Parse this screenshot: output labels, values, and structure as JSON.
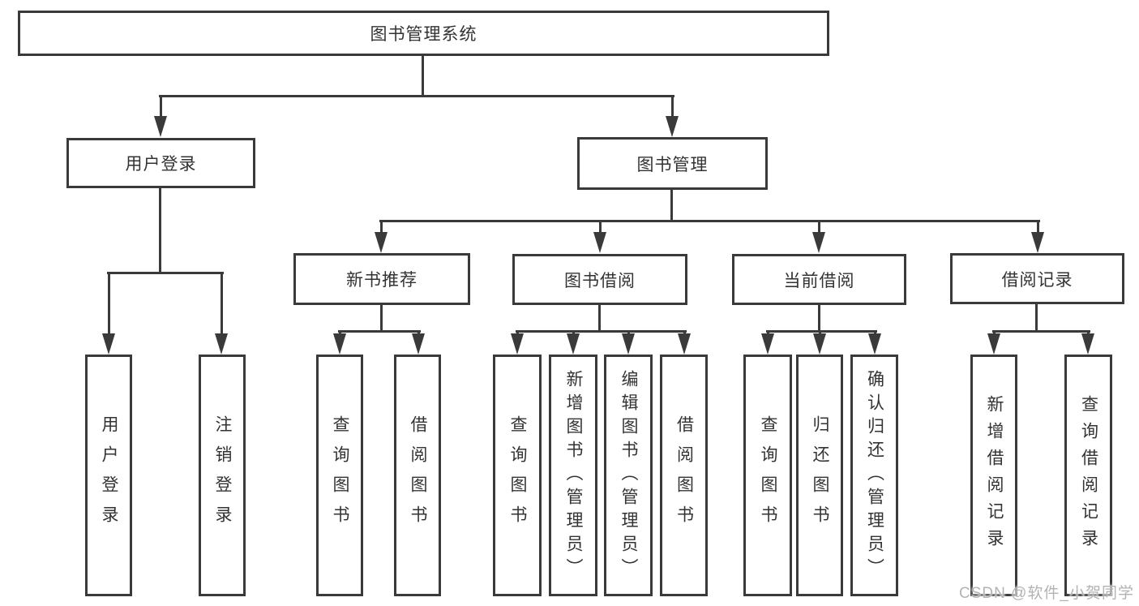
{
  "diagram_title": "图书管理系统",
  "nodes": [
    {
      "id": "root",
      "label": "图书管理系统",
      "level": 1
    },
    {
      "id": "user-login",
      "label": "用户登录",
      "level": 2
    },
    {
      "id": "book-mgmt",
      "label": "图书管理",
      "level": 2
    },
    {
      "id": "new-rec",
      "label": "新书推荐",
      "level": 3
    },
    {
      "id": "book-borrow",
      "label": "图书借阅",
      "level": 3
    },
    {
      "id": "current-borrow",
      "label": "当前借阅",
      "level": 3
    },
    {
      "id": "borrow-records",
      "label": "借阅记录",
      "level": 3
    },
    {
      "id": "leaf-user-login",
      "label": "用户登录",
      "level": 4
    },
    {
      "id": "leaf-logout",
      "label": "注销登录",
      "level": 4
    },
    {
      "id": "leaf-query-1",
      "label": "查询图书",
      "level": 4
    },
    {
      "id": "leaf-borrow-1",
      "label": "借阅图书",
      "level": 4
    },
    {
      "id": "leaf-query-2",
      "label": "查询图书",
      "level": 4
    },
    {
      "id": "leaf-add-book",
      "label": "新增图书（管理员）",
      "level": 4
    },
    {
      "id": "leaf-edit-book",
      "label": "编辑图书（管理员）",
      "level": 4
    },
    {
      "id": "leaf-borrow-2",
      "label": "借阅图书",
      "level": 4
    },
    {
      "id": "leaf-query-3",
      "label": "查询图书",
      "level": 4
    },
    {
      "id": "leaf-return-book",
      "label": "归还图书",
      "level": 4
    },
    {
      "id": "leaf-confirm-return",
      "label": "确认归还（管理员）",
      "level": 4
    },
    {
      "id": "leaf-add-record",
      "label": "新增借阅记录",
      "level": 4
    },
    {
      "id": "leaf-query-record",
      "label": "查询借阅记录",
      "level": 4
    }
  ],
  "edges": [
    [
      "root",
      "user-login"
    ],
    [
      "root",
      "book-mgmt"
    ],
    [
      "user-login",
      "leaf-user-login"
    ],
    [
      "user-login",
      "leaf-logout"
    ],
    [
      "book-mgmt",
      "new-rec"
    ],
    [
      "book-mgmt",
      "book-borrow"
    ],
    [
      "book-mgmt",
      "current-borrow"
    ],
    [
      "book-mgmt",
      "borrow-records"
    ],
    [
      "new-rec",
      "leaf-query-1"
    ],
    [
      "new-rec",
      "leaf-borrow-1"
    ],
    [
      "book-borrow",
      "leaf-query-2"
    ],
    [
      "book-borrow",
      "leaf-add-book"
    ],
    [
      "book-borrow",
      "leaf-edit-book"
    ],
    [
      "book-borrow",
      "leaf-borrow-2"
    ],
    [
      "current-borrow",
      "leaf-query-3"
    ],
    [
      "current-borrow",
      "leaf-return-book"
    ],
    [
      "current-borrow",
      "leaf-confirm-return"
    ],
    [
      "borrow-records",
      "leaf-add-record"
    ],
    [
      "borrow-records",
      "leaf-query-record"
    ]
  ],
  "watermark": {
    "text": "CSDN @软件_小贺同学"
  },
  "colors": {
    "line": "#3a3a3a",
    "text": "#333333",
    "background": "#ffffff",
    "watermark": "#b3b3b3"
  }
}
